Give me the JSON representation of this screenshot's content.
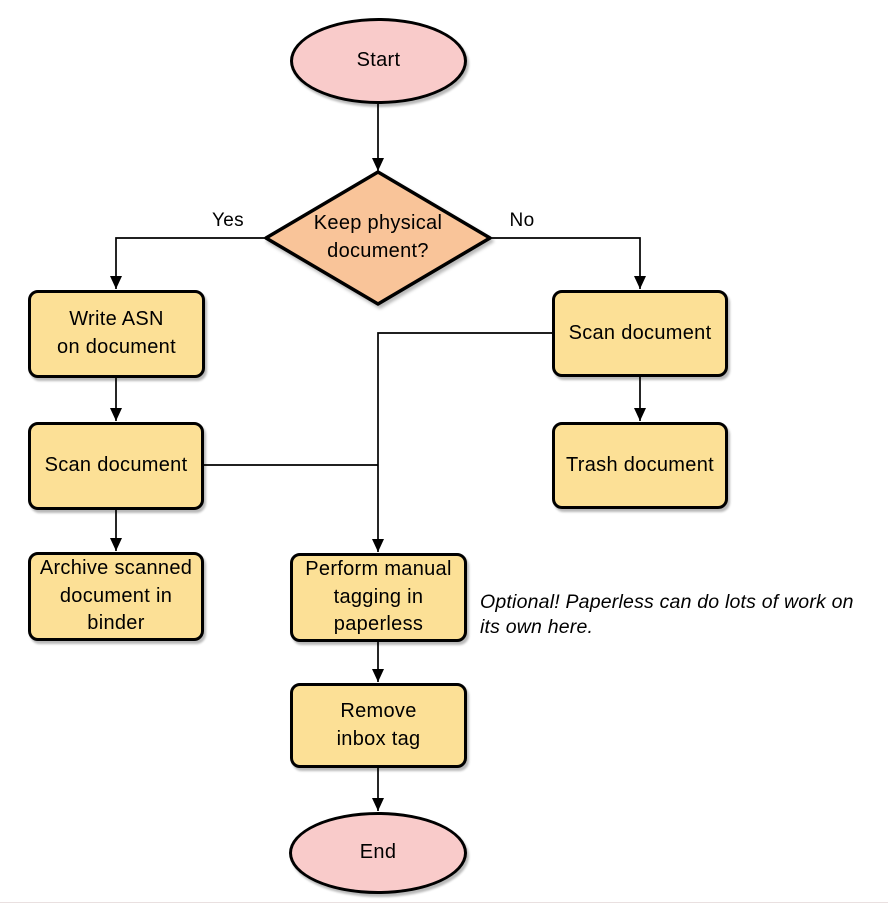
{
  "nodes": {
    "start": {
      "label": "Start",
      "shape": "ellipse"
    },
    "decision": {
      "label": "Keep physical\ndocument?",
      "shape": "diamond"
    },
    "write_asn": {
      "label": "Write ASN\non document",
      "shape": "process"
    },
    "scan_left": {
      "label": "Scan document",
      "shape": "process"
    },
    "archive": {
      "label": "Archive scanned\ndocument in\nbinder",
      "shape": "process"
    },
    "scan_right": {
      "label": "Scan document",
      "shape": "process"
    },
    "trash": {
      "label": "Trash document",
      "shape": "process"
    },
    "tagging": {
      "label": "Perform manual\ntagging in\npaperless",
      "shape": "process"
    },
    "remove_inbox": {
      "label": "Remove\ninbox tag",
      "shape": "process"
    },
    "end": {
      "label": "End",
      "shape": "ellipse"
    }
  },
  "edge_labels": {
    "yes": "Yes",
    "no": "No"
  },
  "note": {
    "text": "Optional! Paperless can do lots of work on\nits own here."
  },
  "colors": {
    "terminal_fill": "#f9cbca",
    "process_fill": "#fce096",
    "decision_fill": "#f9c499",
    "stroke": "#000000",
    "line": "#000000"
  }
}
